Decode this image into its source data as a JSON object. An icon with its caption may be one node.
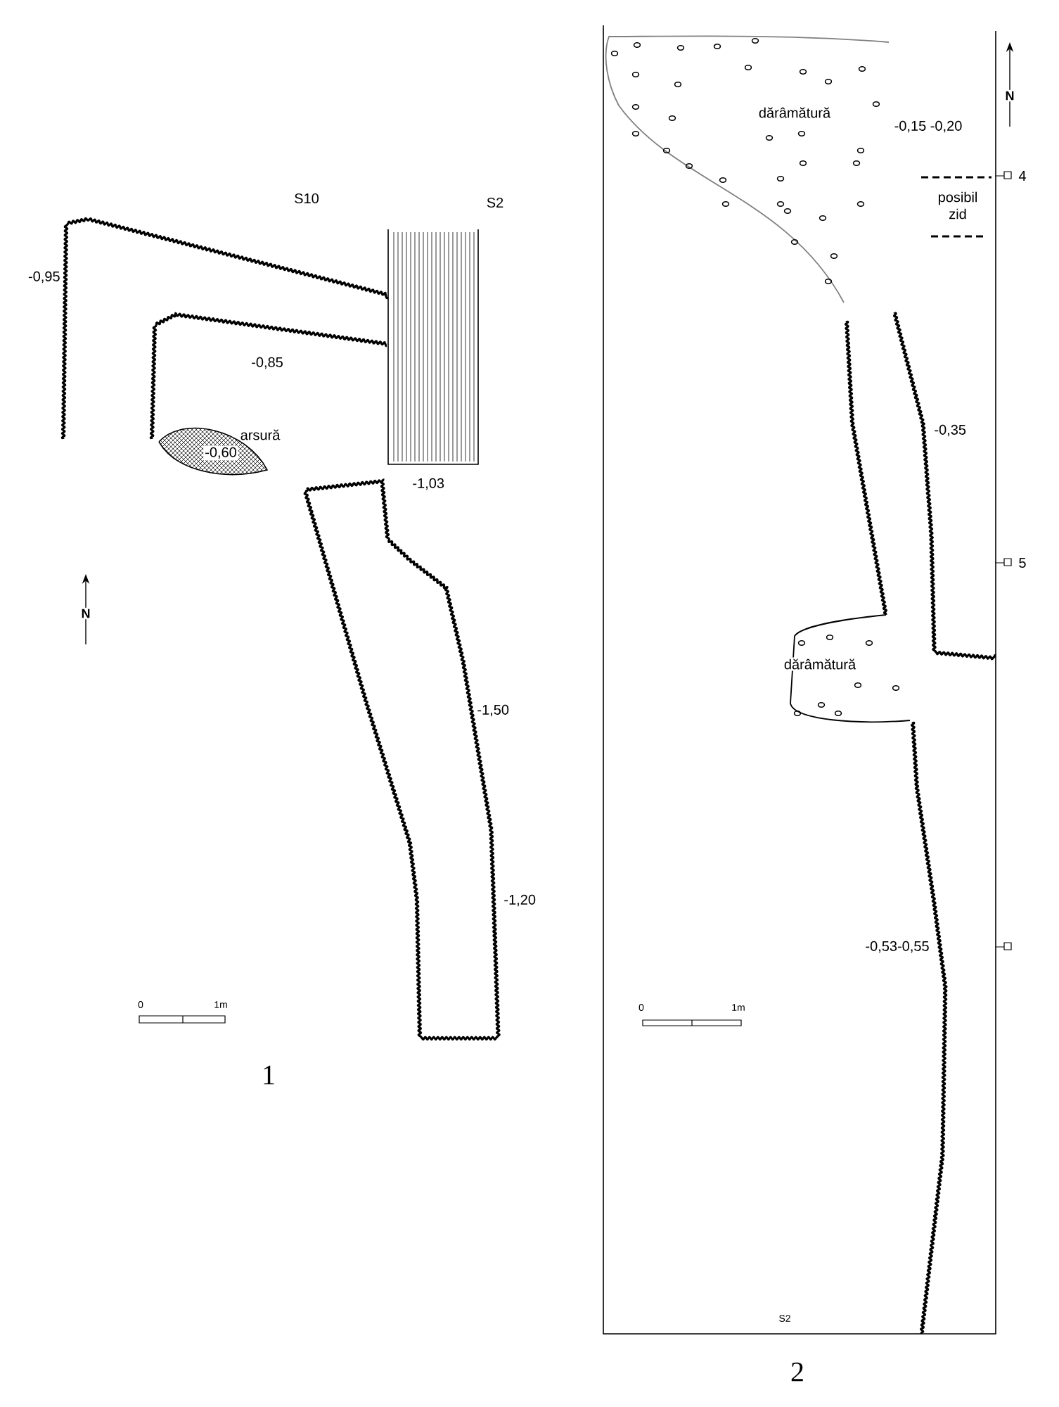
{
  "diagram": {
    "labels": [
      "S10",
      "S2",
      "-0,95",
      "-0,85",
      "arsură",
      "-0,60",
      "-1,03",
      "N",
      "-1,50",
      "-1,20",
      "0",
      "1m",
      "1",
      "dărâmătură",
      "-0,15 -0,20",
      "N",
      "4",
      "posibil zid",
      "-0,35",
      "5",
      "dărâmătură",
      "-0,53-0,55",
      "0",
      "1m",
      "S2",
      "2"
    ]
  }
}
